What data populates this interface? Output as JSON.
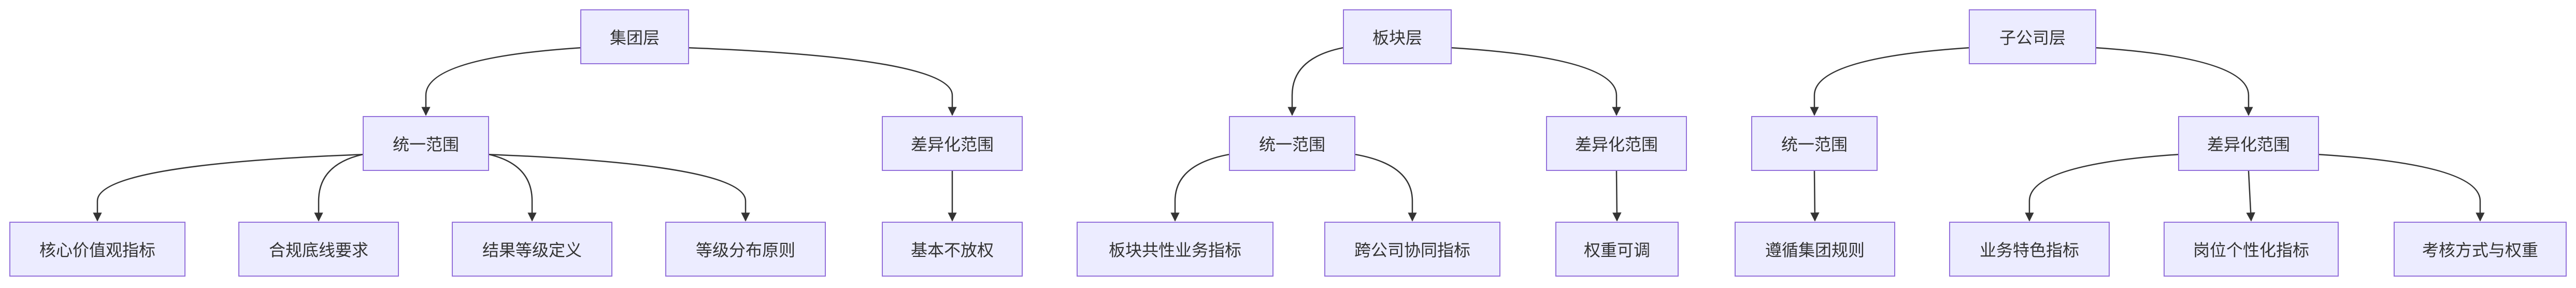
{
  "colors": {
    "node_fill": "#ececff",
    "node_border": "#9370db",
    "edge": "#333333",
    "text": "#333333"
  },
  "trees": [
    {
      "root": "集团层",
      "children": [
        {
          "label": "统一范围",
          "children": [
            "核心价值观指标",
            "合规底线要求",
            "结果等级定义",
            "等级分布原则"
          ]
        },
        {
          "label": "差异化范围",
          "children": [
            "基本不放权"
          ]
        }
      ]
    },
    {
      "root": "板块层",
      "children": [
        {
          "label": "统一范围",
          "children": [
            "板块共性业务指标",
            "跨公司协同指标"
          ]
        },
        {
          "label": "差异化范围",
          "children": [
            "权重可调"
          ]
        }
      ]
    },
    {
      "root": "子公司层",
      "children": [
        {
          "label": "统一范围",
          "children": [
            "遵循集团规则"
          ]
        },
        {
          "label": "差异化范围",
          "children": [
            "业务特色指标",
            "岗位个性化指标",
            "考核方式与权重"
          ]
        }
      ]
    }
  ]
}
